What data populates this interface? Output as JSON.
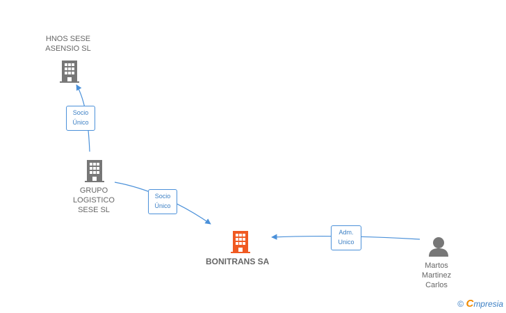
{
  "nodes": {
    "hnos": {
      "label_lines": [
        "HNOS SESE",
        "ASENSIO SL"
      ],
      "icon": "building-icon",
      "color": "#777777"
    },
    "grupo": {
      "label_lines": [
        "GRUPO",
        "LOGISTICO",
        "SESE SL"
      ],
      "icon": "building-icon",
      "color": "#777777"
    },
    "bonitrans": {
      "label": "BONITRANS SA",
      "icon": "building-icon",
      "color": "#f05a22"
    },
    "martos": {
      "label_lines": [
        "Martos",
        "Martinez",
        "Carlos"
      ],
      "icon": "person-icon",
      "color": "#777777"
    }
  },
  "edges": [
    {
      "from": "grupo",
      "to": "hnos",
      "label_lines": [
        "Socio",
        "Único"
      ]
    },
    {
      "from": "grupo",
      "to": "bonitrans",
      "label_lines": [
        "Socio",
        "Único"
      ]
    },
    {
      "from": "martos",
      "to": "bonitrans",
      "label_lines": [
        "Adm.",
        "Unico"
      ]
    }
  ],
  "edge_color": "#4a90d9",
  "watermark": {
    "copyright": "©",
    "brand_first": "C",
    "brand_rest": "mpresia"
  }
}
